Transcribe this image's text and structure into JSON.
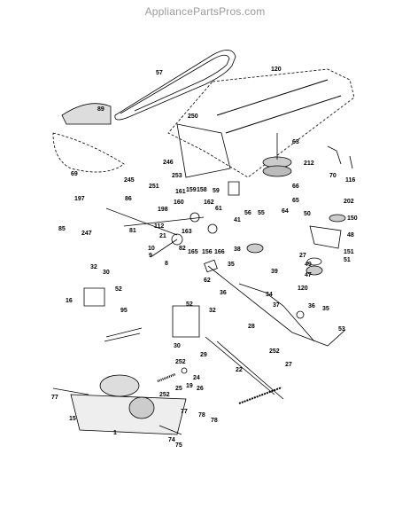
{
  "header": {
    "watermark": "AppliancePartsPros.com"
  },
  "callouts": [
    {
      "id": "c57",
      "text": "57"
    },
    {
      "id": "c120a",
      "text": "120"
    },
    {
      "id": "c89",
      "text": "89"
    },
    {
      "id": "c250",
      "text": "250"
    },
    {
      "id": "c63",
      "text": "63"
    },
    {
      "id": "c212",
      "text": "212"
    },
    {
      "id": "c70",
      "text": "70"
    },
    {
      "id": "c116",
      "text": "116"
    },
    {
      "id": "c69",
      "text": "69"
    },
    {
      "id": "c246",
      "text": "246"
    },
    {
      "id": "c253",
      "text": "253"
    },
    {
      "id": "c245",
      "text": "245"
    },
    {
      "id": "c251",
      "text": "251"
    },
    {
      "id": "c59",
      "text": "59"
    },
    {
      "id": "c66",
      "text": "66"
    },
    {
      "id": "c65",
      "text": "65"
    },
    {
      "id": "c64",
      "text": "64"
    },
    {
      "id": "c61",
      "text": "61"
    },
    {
      "id": "c202",
      "text": "202"
    },
    {
      "id": "c150",
      "text": "150"
    },
    {
      "id": "c50",
      "text": "50"
    },
    {
      "id": "c197",
      "text": "197"
    },
    {
      "id": "c86",
      "text": "86"
    },
    {
      "id": "c161",
      "text": "161"
    },
    {
      "id": "c159",
      "text": "159"
    },
    {
      "id": "c158",
      "text": "158"
    },
    {
      "id": "c198",
      "text": "198"
    },
    {
      "id": "c160",
      "text": "160"
    },
    {
      "id": "c162",
      "text": "162"
    },
    {
      "id": "c41",
      "text": "41"
    },
    {
      "id": "c56",
      "text": "56"
    },
    {
      "id": "c55",
      "text": "55"
    },
    {
      "id": "c85",
      "text": "85"
    },
    {
      "id": "c247",
      "text": "247"
    },
    {
      "id": "c81",
      "text": "81"
    },
    {
      "id": "c112",
      "text": "112"
    },
    {
      "id": "c163",
      "text": "163"
    },
    {
      "id": "c21",
      "text": "21"
    },
    {
      "id": "c10",
      "text": "10"
    },
    {
      "id": "c9",
      "text": "9"
    },
    {
      "id": "c82",
      "text": "82"
    },
    {
      "id": "c165",
      "text": "165"
    },
    {
      "id": "c156",
      "text": "156"
    },
    {
      "id": "c166",
      "text": "166"
    },
    {
      "id": "c38",
      "text": "38"
    },
    {
      "id": "c27a",
      "text": "27"
    },
    {
      "id": "c48",
      "text": "48"
    },
    {
      "id": "c151",
      "text": "151"
    },
    {
      "id": "c51",
      "text": "51"
    },
    {
      "id": "c49",
      "text": "49"
    },
    {
      "id": "c47",
      "text": "47"
    },
    {
      "id": "c120b",
      "text": "120"
    },
    {
      "id": "c8",
      "text": "8"
    },
    {
      "id": "c35a",
      "text": "35"
    },
    {
      "id": "c39",
      "text": "39"
    },
    {
      "id": "c62",
      "text": "62"
    },
    {
      "id": "c36a",
      "text": "36"
    },
    {
      "id": "c34",
      "text": "34"
    },
    {
      "id": "c37",
      "text": "37"
    },
    {
      "id": "c32a",
      "text": "32"
    },
    {
      "id": "c30a",
      "text": "30"
    },
    {
      "id": "c52a",
      "text": "52"
    },
    {
      "id": "c16",
      "text": "16"
    },
    {
      "id": "c95",
      "text": "95"
    },
    {
      "id": "c52b",
      "text": "52"
    },
    {
      "id": "c32b",
      "text": "32"
    },
    {
      "id": "c30b",
      "text": "30"
    },
    {
      "id": "c36b",
      "text": "36"
    },
    {
      "id": "c35b",
      "text": "35"
    },
    {
      "id": "c28",
      "text": "28"
    },
    {
      "id": "c53",
      "text": "53"
    },
    {
      "id": "c252a",
      "text": "252"
    },
    {
      "id": "c27b",
      "text": "27"
    },
    {
      "id": "c29",
      "text": "29"
    },
    {
      "id": "c252b",
      "text": "252"
    },
    {
      "id": "c22",
      "text": "22"
    },
    {
      "id": "c24",
      "text": "24"
    },
    {
      "id": "c25",
      "text": "25"
    },
    {
      "id": "c252c",
      "text": "252"
    },
    {
      "id": "c19",
      "text": "19"
    },
    {
      "id": "c26",
      "text": "26"
    },
    {
      "id": "c77a",
      "text": "77"
    },
    {
      "id": "c77b",
      "text": "77"
    },
    {
      "id": "c78a",
      "text": "78"
    },
    {
      "id": "c78b",
      "text": "78"
    },
    {
      "id": "c15",
      "text": "15"
    },
    {
      "id": "c1",
      "text": "1"
    },
    {
      "id": "c74",
      "text": "74"
    },
    {
      "id": "c75",
      "text": "75"
    }
  ]
}
